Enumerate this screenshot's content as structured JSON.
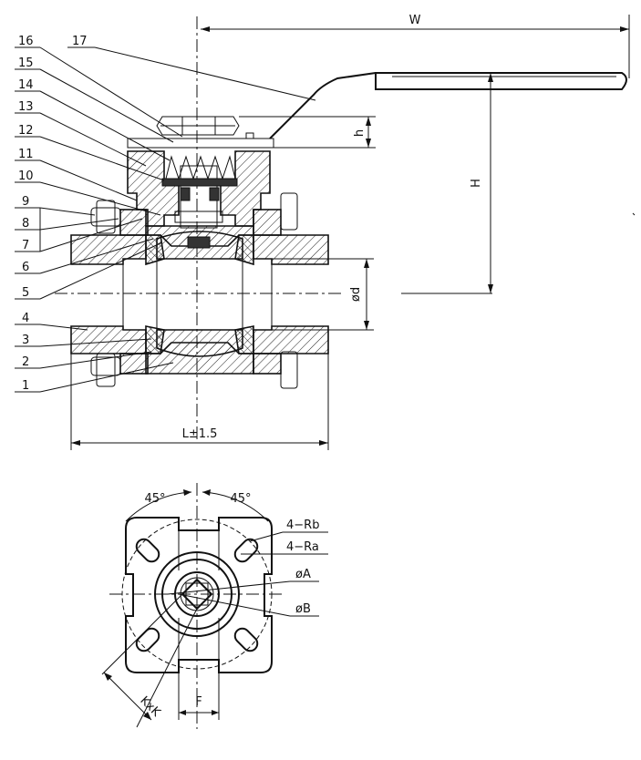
{
  "callouts": {
    "p1": "1",
    "p2": "2",
    "p3": "3",
    "p4": "4",
    "p5": "5",
    "p6": "6",
    "p7": "7",
    "p8": "8",
    "p9": "9",
    "p10": "10",
    "p11": "11",
    "p12": "12",
    "p13": "13",
    "p14": "14",
    "p15": "15",
    "p16": "16",
    "p17": "17"
  },
  "dimensions": {
    "W": "W",
    "h": "h",
    "H": "H",
    "d": "ød",
    "L": "L±1.5",
    "angle_left": "45°",
    "angle_right": "45°",
    "Rb": "4−Rb",
    "Ra": "4−Ra",
    "A": "øA",
    "B": "øB",
    "KxK": "KxK",
    "F": "F"
  }
}
